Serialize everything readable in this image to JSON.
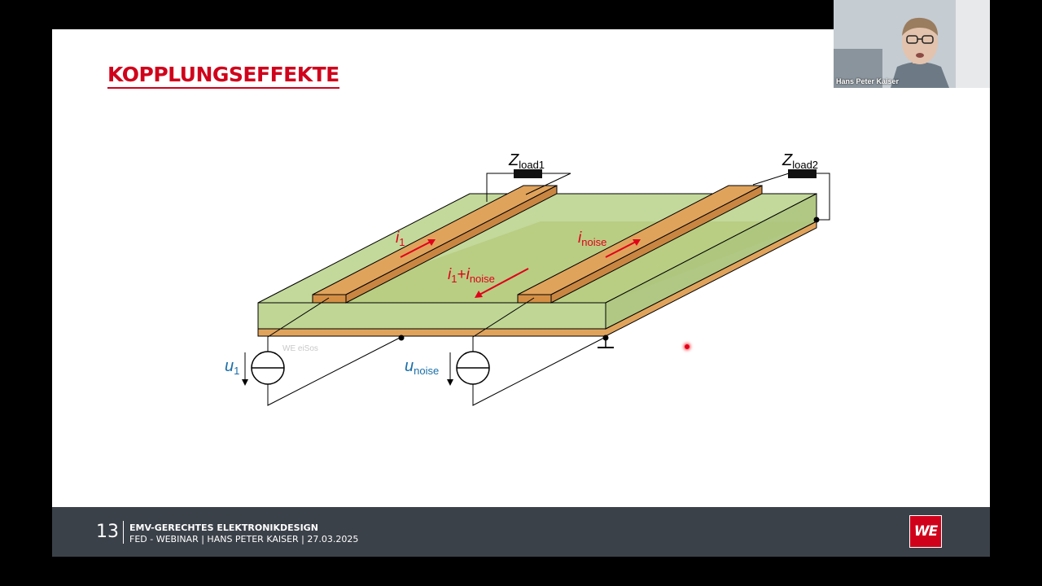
{
  "slide": {
    "title": "KOPPLUNGSEFFEKTE",
    "diagram": {
      "z_load1": "Z",
      "z_load1_sub": "load1",
      "z_load2": "Z",
      "z_load2_sub": "load2",
      "i1": "i",
      "i1_sub": "1",
      "i_noise": "i",
      "i_noise_sub": "noise",
      "i_sum_a": "i",
      "i_sum_a_sub": "1",
      "i_sum_plus": "+",
      "i_sum_b": "i",
      "i_sum_b_sub": "noise",
      "u1": "u",
      "u1_sub": "1",
      "u_noise": "u",
      "u_noise_sub": "noise",
      "watermark": "WE eiSos"
    }
  },
  "footer": {
    "page_number": "13",
    "line1": "EMV-GERECHTES ELEKTRONIKDESIGN",
    "line2": "FED - WEBINAR | HANS PETER KAISER | 27.03.2025",
    "logo": "WE"
  },
  "webcam": {
    "participant_name": "Hans Peter Kaiser"
  },
  "colors": {
    "accent": "#d0021b",
    "footer_bg": "#3b4149",
    "board": "#b9d28a",
    "trace": "#e0a35c",
    "voltage_label": "#1a6fa8",
    "current_label": "#e0001a"
  }
}
